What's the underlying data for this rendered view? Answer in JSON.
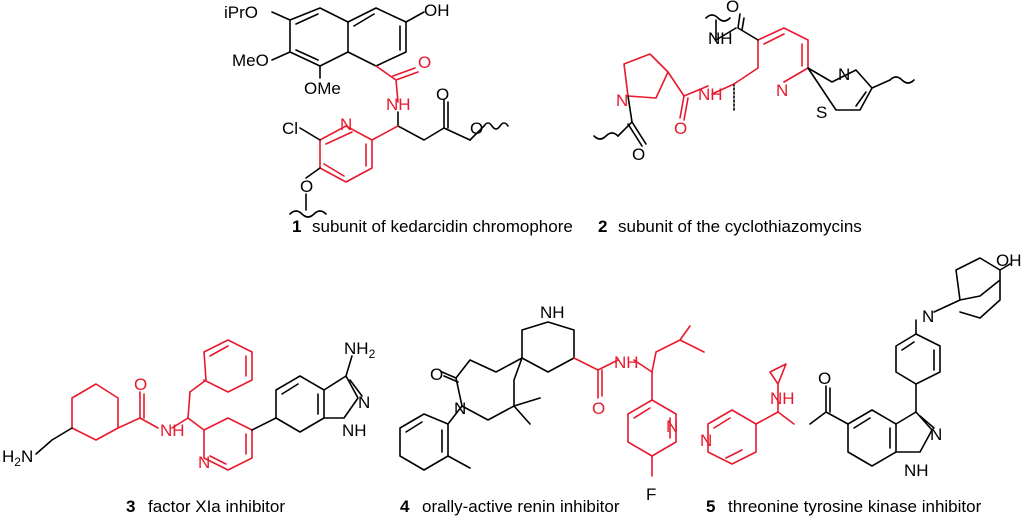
{
  "compounds": [
    {
      "number": "1",
      "caption": "subunit of kedarcidin chromophore"
    },
    {
      "number": "2",
      "caption": "subunit of the cyclothiazomycins"
    },
    {
      "number": "3",
      "caption": "factor XIa inhibitor"
    },
    {
      "number": "4",
      "caption": "orally-active renin inhibitor"
    },
    {
      "number": "5",
      "caption": "threonine tyrosine kinase inhibitor"
    }
  ],
  "atoms": {
    "iPrO": "iPrO",
    "OH": "OH",
    "O": "O",
    "MeO": "MeO",
    "OMe": "OMe",
    "NH": "NH",
    "N": "N",
    "Cl": "Cl",
    "S": "S",
    "NH2": "NH",
    "H2N": "H",
    "F": "F",
    "2": "2"
  },
  "colors": {
    "highlight": "#e8192c",
    "bond": "#000000"
  }
}
